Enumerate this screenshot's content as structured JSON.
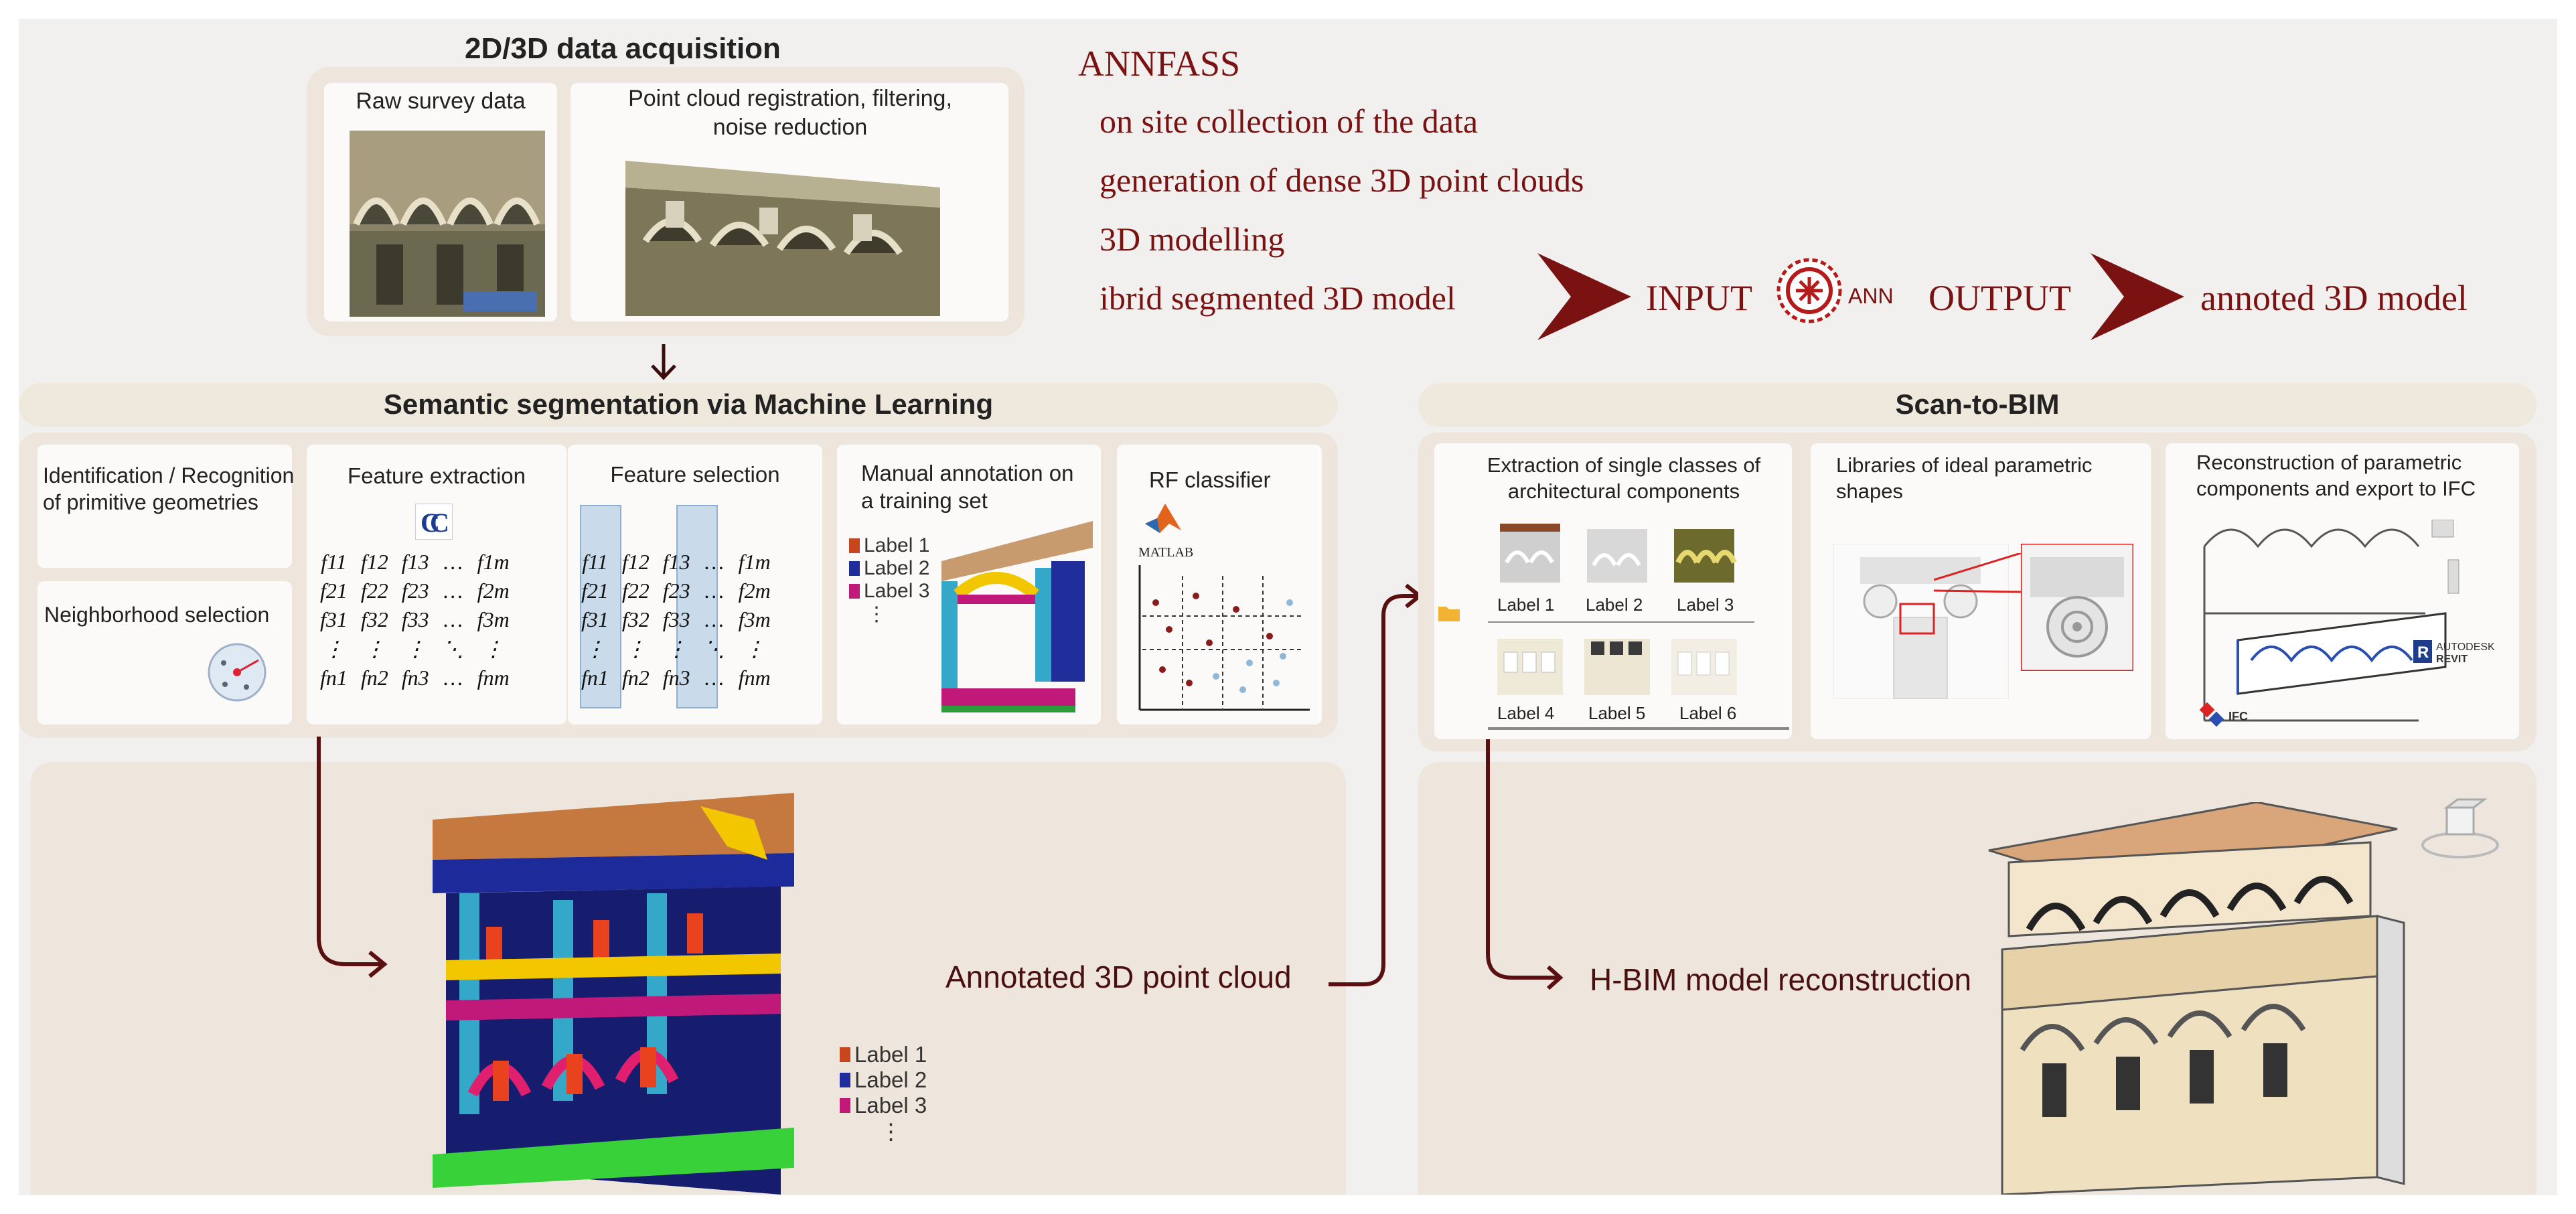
{
  "acquisition": {
    "title": "2D/3D data acquisition",
    "raw_label": "Raw survey data",
    "pc_label": "Point cloud registration, filtering, noise reduction"
  },
  "annfass": {
    "title": "ANNFASS",
    "steps": [
      "on site collection of the data",
      "generation of dense 3D point clouds",
      "3D modelling",
      "ibrid segmented 3D model"
    ],
    "input": "INPUT",
    "ann": "ANN",
    "output": "OUTPUT",
    "result": "annoted 3D model"
  },
  "semantic": {
    "title": "Semantic segmentation via Machine Learning",
    "identification": "Identification / Recognition of primitive geometries",
    "neighborhood": "Neighborhood selection",
    "feature_extraction": "Feature extraction",
    "feature_selection": "Feature selection",
    "manual_annotation": "Manual annotation on a training set",
    "rf_classifier": "RF classifier",
    "matlab": "MATLAB",
    "labels": [
      "Label 1",
      "Label 2",
      "Label 3"
    ],
    "label_colors": [
      "#c8461e",
      "#1f2e9a",
      "#c0197a"
    ],
    "matrix_rows": [
      [
        "f11",
        "f12",
        "f13",
        "…",
        "f1m"
      ],
      [
        "f21",
        "f22",
        "f23",
        "…",
        "f2m"
      ],
      [
        "f31",
        "f32",
        "f33",
        "…",
        "f3m"
      ],
      [
        "⋮",
        "⋮",
        "⋮",
        "⋱",
        "⋮"
      ],
      [
        "fn1",
        "fn2",
        "fn3",
        "…",
        "fnm"
      ]
    ]
  },
  "annotated": {
    "caption": "Annotated 3D point cloud",
    "labels": [
      "Label 1",
      "Label 2",
      "Label 3"
    ],
    "dots": "⋮"
  },
  "scan2bim": {
    "title": "Scan-to-BIM",
    "extraction": "Extraction of single classes of architectural components",
    "component_labels": [
      "Label 1",
      "Label 2",
      "Label 3",
      "Label 4",
      "Label 5",
      "Label 6"
    ],
    "libraries": "Libraries of ideal parametric shapes",
    "reconstruction": "Reconstruction of parametric components and export to IFC",
    "autodesk": "AUTODESK",
    "revit": "REVIT",
    "ifc": "IFC",
    "hbim_caption": "H-BIM model reconstruction"
  },
  "colors": {
    "accent": "#7a1212",
    "arrow": "#5a1010",
    "panel": "#efe8dc",
    "label1": "#c8461e",
    "label2": "#1f2e9a",
    "label3": "#c0197a"
  }
}
